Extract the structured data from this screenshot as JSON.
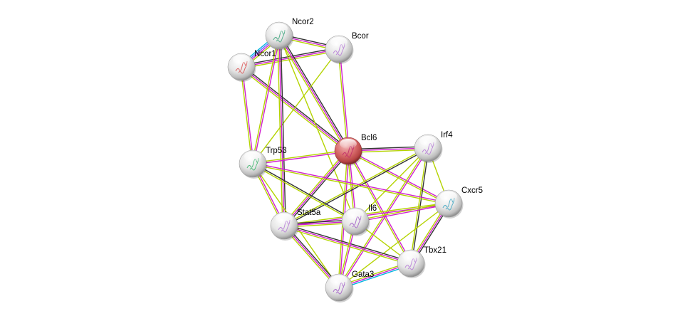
{
  "diagram": {
    "type": "protein-interaction-network",
    "edge_colors": {
      "database": "#00b4e0",
      "experimental": "#d01fcf",
      "textmining": "#b4d300",
      "coexpression": "#333333",
      "homology": "#5a6cfb"
    },
    "node_colors": {
      "query": "#cc5a5a",
      "default": "#e8e8e8"
    },
    "nodes": [
      {
        "id": "Ncor2",
        "label": "Ncor2",
        "query": false,
        "structure_color": "#3aa37a"
      },
      {
        "id": "Bcor",
        "label": "Bcor",
        "query": false,
        "structure_color": "#b57ad6"
      },
      {
        "id": "Ncor1",
        "label": "Ncor1",
        "query": false,
        "structure_color": "#d94a4a"
      },
      {
        "id": "Bcl6",
        "label": "Bcl6",
        "query": true,
        "structure_color": "#c02a6a"
      },
      {
        "id": "Irf4",
        "label": "Irf4",
        "query": false,
        "structure_color": "#b57ad6"
      },
      {
        "id": "Trp53",
        "label": "Trp53",
        "query": false,
        "structure_color": "#3ab56a"
      },
      {
        "id": "Cxcr5",
        "label": "Cxcr5",
        "query": false,
        "structure_color": "#3aa3c0"
      },
      {
        "id": "Stat5a",
        "label": "Stat5a",
        "query": false,
        "structure_color": "#b57ad6"
      },
      {
        "id": "Il6",
        "label": "Il6",
        "query": false,
        "structure_color": "#a05ac6"
      },
      {
        "id": "Tbx21",
        "label": "Tbx21",
        "query": false,
        "structure_color": "#b57ad6"
      },
      {
        "id": "Gata3",
        "label": "Gata3",
        "query": false,
        "structure_color": "#a05ac6"
      }
    ],
    "edges": [
      {
        "source": "Ncor1",
        "target": "Ncor2",
        "types": [
          "database",
          "homology",
          "experimental",
          "textmining"
        ]
      },
      {
        "source": "Ncor2",
        "target": "Bcor",
        "types": [
          "coexpression",
          "experimental",
          "textmining"
        ]
      },
      {
        "source": "Ncor1",
        "target": "Bcor",
        "types": [
          "coexpression",
          "experimental",
          "textmining"
        ]
      },
      {
        "source": "Ncor2",
        "target": "Bcl6",
        "types": [
          "coexpression",
          "experimental",
          "textmining"
        ]
      },
      {
        "source": "Ncor1",
        "target": "Bcl6",
        "types": [
          "coexpression",
          "experimental",
          "textmining"
        ]
      },
      {
        "source": "Bcor",
        "target": "Bcl6",
        "types": [
          "experimental",
          "textmining"
        ]
      },
      {
        "source": "Ncor2",
        "target": "Trp53",
        "types": [
          "experimental",
          "textmining"
        ]
      },
      {
        "source": "Ncor1",
        "target": "Trp53",
        "types": [
          "experimental",
          "textmining"
        ]
      },
      {
        "source": "Bcor",
        "target": "Trp53",
        "types": [
          "textmining"
        ]
      },
      {
        "source": "Ncor2",
        "target": "Stat5a",
        "types": [
          "coexpression",
          "experimental",
          "textmining"
        ]
      },
      {
        "source": "Ncor2",
        "target": "Il6",
        "types": [
          "textmining"
        ]
      },
      {
        "source": "Bcl6",
        "target": "Irf4",
        "types": [
          "coexpression",
          "experimental",
          "textmining"
        ]
      },
      {
        "source": "Bcl6",
        "target": "Trp53",
        "types": [
          "experimental",
          "textmining"
        ]
      },
      {
        "source": "Bcl6",
        "target": "Cxcr5",
        "types": [
          "experimental",
          "textmining"
        ]
      },
      {
        "source": "Bcl6",
        "target": "Stat5a",
        "types": [
          "coexpression",
          "experimental",
          "textmining"
        ]
      },
      {
        "source": "Bcl6",
        "target": "Il6",
        "types": [
          "experimental",
          "textmining"
        ]
      },
      {
        "source": "Bcl6",
        "target": "Tbx21",
        "types": [
          "experimental",
          "textmining"
        ]
      },
      {
        "source": "Bcl6",
        "target": "Gata3",
        "types": [
          "experimental",
          "textmining"
        ]
      },
      {
        "source": "Irf4",
        "target": "Stat5a",
        "types": [
          "coexpression",
          "textmining"
        ]
      },
      {
        "source": "Irf4",
        "target": "Il6",
        "types": [
          "textmining"
        ]
      },
      {
        "source": "Irf4",
        "target": "Cxcr5",
        "types": [
          "textmining"
        ]
      },
      {
        "source": "Irf4",
        "target": "Tbx21",
        "types": [
          "coexpression",
          "textmining"
        ]
      },
      {
        "source": "Irf4",
        "target": "Gata3",
        "types": [
          "experimental",
          "textmining"
        ]
      },
      {
        "source": "Trp53",
        "target": "Stat5a",
        "types": [
          "experimental",
          "textmining"
        ]
      },
      {
        "source": "Trp53",
        "target": "Il6",
        "types": [
          "coexpression",
          "textmining"
        ]
      },
      {
        "source": "Trp53",
        "target": "Cxcr5",
        "types": [
          "experimental",
          "textmining"
        ]
      },
      {
        "source": "Trp53",
        "target": "Gata3",
        "types": [
          "textmining"
        ]
      },
      {
        "source": "Cxcr5",
        "target": "Stat5a",
        "types": [
          "experimental",
          "textmining"
        ]
      },
      {
        "source": "Cxcr5",
        "target": "Il6",
        "types": [
          "experimental",
          "textmining"
        ]
      },
      {
        "source": "Cxcr5",
        "target": "Tbx21",
        "types": [
          "coexpression",
          "experimental",
          "textmining"
        ]
      },
      {
        "source": "Cxcr5",
        "target": "Gata3",
        "types": [
          "textmining"
        ]
      },
      {
        "source": "Stat5a",
        "target": "Il6",
        "types": [
          "coexpression",
          "experimental",
          "textmining"
        ]
      },
      {
        "source": "Stat5a",
        "target": "Tbx21",
        "types": [
          "coexpression",
          "experimental",
          "textmining"
        ]
      },
      {
        "source": "Stat5a",
        "target": "Gata3",
        "types": [
          "coexpression",
          "experimental",
          "textmining"
        ]
      },
      {
        "source": "Il6",
        "target": "Tbx21",
        "types": [
          "textmining"
        ]
      },
      {
        "source": "Il6",
        "target": "Gata3",
        "types": [
          "experimental",
          "textmining"
        ]
      },
      {
        "source": "Tbx21",
        "target": "Gata3",
        "types": [
          "database",
          "experimental",
          "textmining"
        ]
      }
    ]
  }
}
